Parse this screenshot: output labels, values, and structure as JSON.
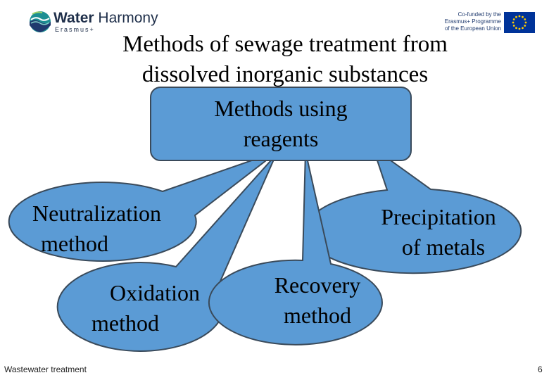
{
  "header": {
    "logo": {
      "brand_part1": "Water",
      "brand_part2": "Harmony",
      "subtitle": "Erasmus+"
    },
    "eu_badge": {
      "lines": [
        "Co-funded by the",
        "Erasmus+ Programme",
        "of the European Union"
      ]
    }
  },
  "title": {
    "line1": "Methods of sewage treatment from",
    "line2": "dissolved inorganic substances"
  },
  "diagram": {
    "root": {
      "line1": "Methods using",
      "line2": "reagents"
    },
    "children": {
      "neutralization": {
        "line1": "Neutralization",
        "line2": "method"
      },
      "precipitation": {
        "line1": "Precipitation",
        "line2": "of metals"
      },
      "oxidation": {
        "line1": "Oxidation",
        "line2": "method"
      },
      "recovery": {
        "line1": "Recovery",
        "line2": "method"
      }
    }
  },
  "footer": {
    "left": "Wastewater treatment",
    "page": "6"
  },
  "colors": {
    "bubble_fill": "#5b9bd5",
    "bubble_stroke": "#3a4a5a",
    "eu_flag": "#003399",
    "eu_stars": "#ffcc00"
  }
}
